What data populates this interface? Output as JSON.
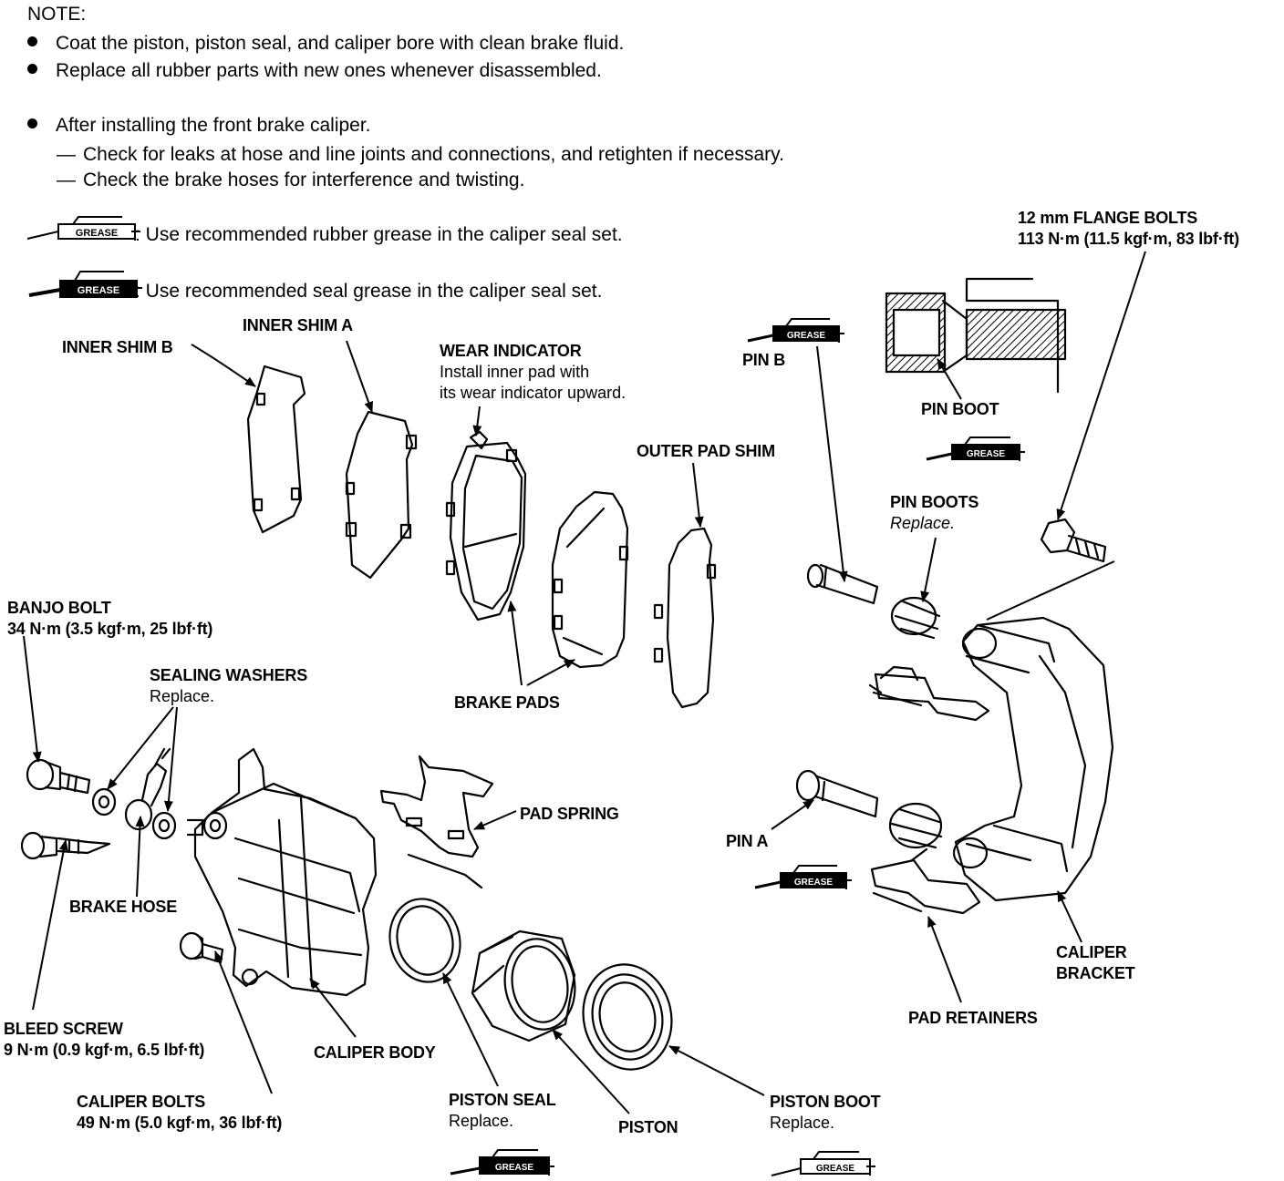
{
  "notes": {
    "heading": "NOTE:",
    "bullets": [
      "Coat the piston, piston seal, and caliper bore with clean brake fluid.",
      "Replace all rubber parts with new ones whenever disassembled.",
      "After installing the front brake caliper."
    ],
    "sub_items": [
      "Check for leaks at hose and line joints and connections, and retighten if necessary.",
      "Check the brake hoses for interference and twisting."
    ],
    "legend": [
      {
        "icon": "rubber-grease-gun-icon",
        "text": ": Use recommended rubber grease in the caliper seal set."
      },
      {
        "icon": "seal-grease-gun-icon",
        "text": ": Use recommended seal grease in the caliper seal set."
      }
    ],
    "grease_word": "GREASE"
  },
  "labels": {
    "flange_bolts": {
      "title": "12 mm FLANGE BOLTS",
      "spec": "113 N·m (11.5 kgf·m, 83 lbf·ft)"
    },
    "inner_shim_a": {
      "title": "INNER SHIM A"
    },
    "inner_shim_b": {
      "title": "INNER SHIM B"
    },
    "wear_indicator": {
      "title": "WEAR INDICATOR",
      "line1": "Install inner pad with",
      "line2": "its wear indicator upward."
    },
    "pin_b": {
      "title": "PIN B"
    },
    "pin_boot": {
      "title": "PIN BOOT"
    },
    "outer_pad_shim": {
      "title": "OUTER PAD SHIM"
    },
    "pin_boots": {
      "title": "PIN BOOTS",
      "note": "Replace."
    },
    "banjo_bolt": {
      "title": "BANJO BOLT",
      "spec": "34 N·m (3.5 kgf·m, 25 lbf·ft)"
    },
    "sealing_washers": {
      "title": "SEALING WASHERS",
      "note": "Replace."
    },
    "brake_pads": {
      "title": "BRAKE PADS"
    },
    "pad_spring": {
      "title": "PAD SPRING"
    },
    "pin_a": {
      "title": "PIN A"
    },
    "brake_hose": {
      "title": "BRAKE HOSE"
    },
    "caliper_bracket": {
      "title": "CALIPER",
      "title2": "BRACKET"
    },
    "bleed_screw": {
      "title": "BLEED SCREW",
      "spec": "9 N·m (0.9 kgf·m, 6.5 lbf·ft)"
    },
    "pad_retainers": {
      "title": "PAD RETAINERS"
    },
    "caliper_body": {
      "title": "CALIPER BODY"
    },
    "caliper_bolts": {
      "title": "CALIPER BOLTS",
      "spec": "49 N·m (5.0 kgf·m, 36 lbf·ft)"
    },
    "piston_seal": {
      "title": "PISTON SEAL",
      "note": "Replace."
    },
    "piston": {
      "title": "PISTON"
    },
    "piston_boot": {
      "title": "PISTON BOOT",
      "note": "Replace."
    }
  }
}
